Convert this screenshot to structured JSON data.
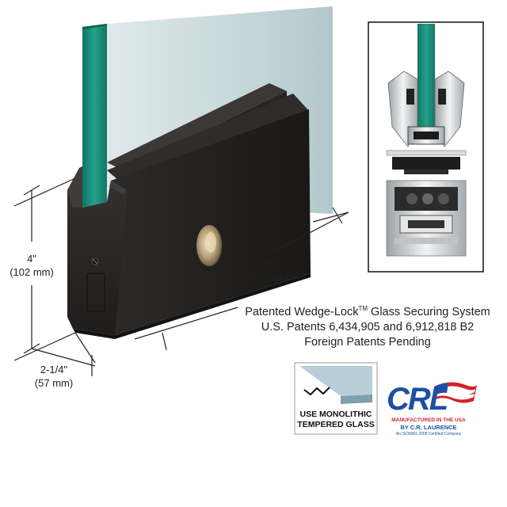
{
  "dimensions": {
    "height": {
      "imperial": "4\"",
      "metric": "(102 mm)"
    },
    "length": {
      "imperial": "12\"",
      "metric": "(305 mm)"
    },
    "width": {
      "imperial": "2-1/4\"",
      "metric": "(57 mm)"
    }
  },
  "patent_info": {
    "line1_prefix": "Patented Wedge-Lock",
    "line1_tm": "TM",
    "line1_suffix": " Glass Securing System",
    "line2": "U.S. Patents 6,434,905 and 6,912,818 B2",
    "line3": "Foreign Patents Pending"
  },
  "glass_badge": {
    "line1": "USE MONOLITHIC",
    "line2": "TEMPERED GLASS"
  },
  "logo": {
    "letters": "CRL",
    "tagline1": "MANUFACTURED IN THE USA",
    "tagline2": "BY C.R. LAURENCE",
    "tagline3": "An ISO9001:2008 Certified Company"
  },
  "colors": {
    "glass_edge": "#1a8f7c",
    "glass_pane": "#c9d9dc",
    "base_shoe": "#2a2826",
    "crl_blue": "#1f4fa3",
    "crl_red": "#d2232a"
  }
}
